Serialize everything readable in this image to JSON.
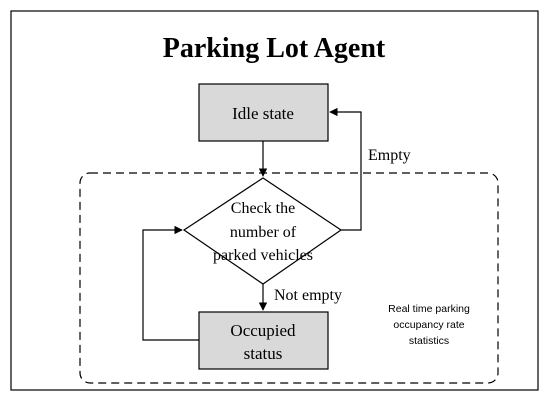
{
  "diagram": {
    "title": "Parking Lot Agent",
    "nodes": {
      "idle": {
        "label": "Idle state"
      },
      "check": {
        "lines": [
          "Check the",
          "number of",
          "parked vehicles"
        ]
      },
      "occupied": {
        "lines": [
          "Occupied",
          "status"
        ]
      }
    },
    "edges": {
      "empty": {
        "label": "Empty"
      },
      "not_empty": {
        "label": "Not empty"
      }
    },
    "annotation": {
      "lines": [
        "Real time parking",
        "occupancy rate",
        "statistics"
      ]
    },
    "colors": {
      "box_fill": "#d9d9d9",
      "stroke": "#000000"
    }
  }
}
